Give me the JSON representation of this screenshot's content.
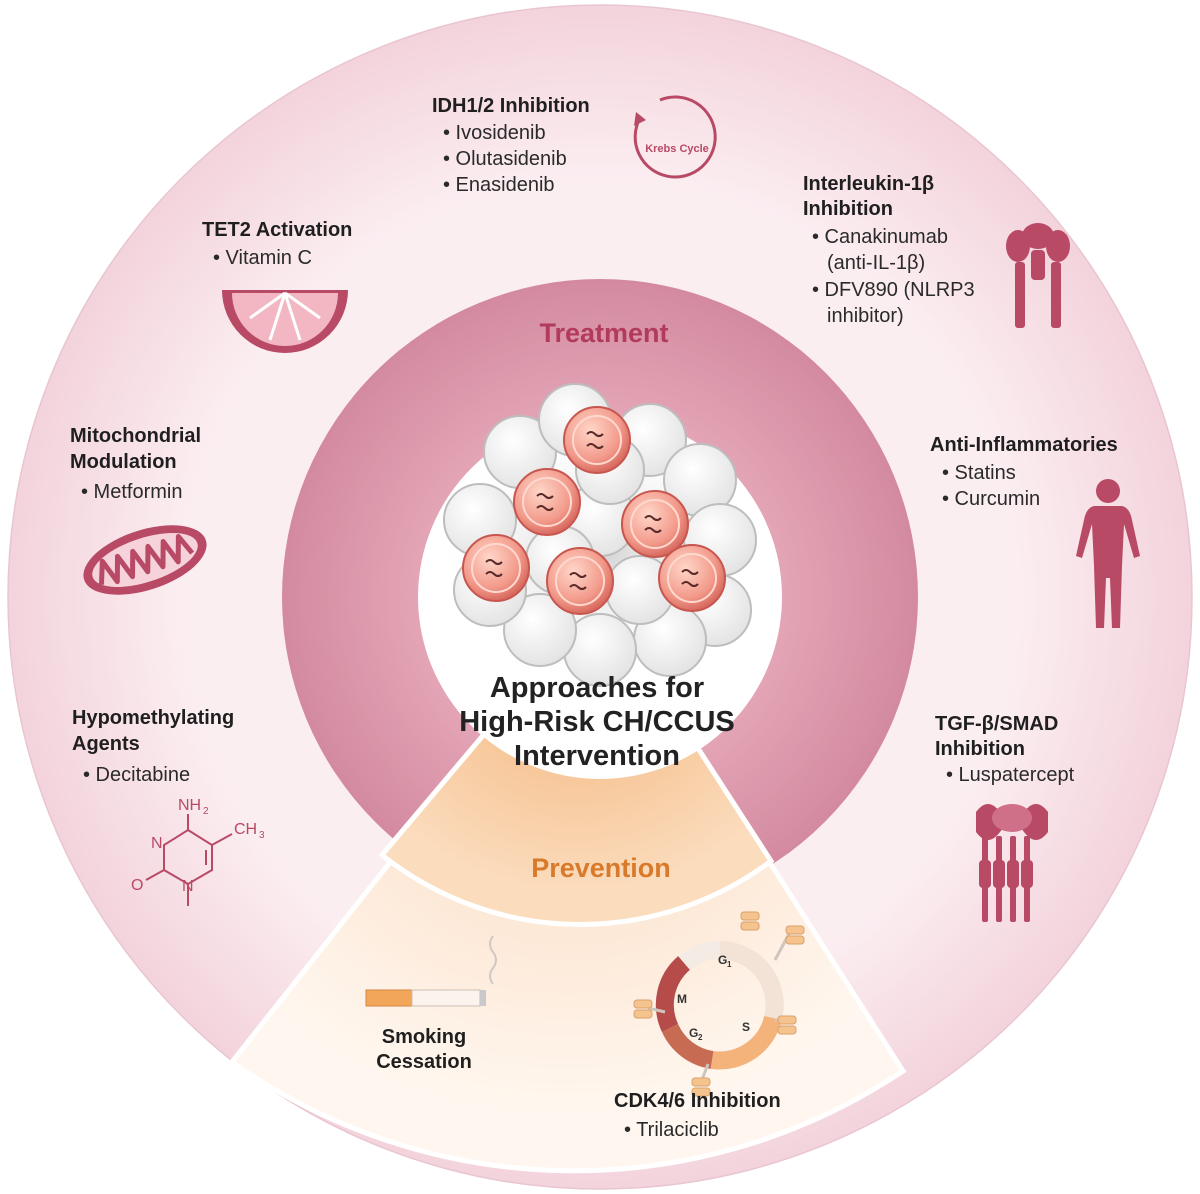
{
  "center": {
    "title_lines": [
      "Approaches for",
      "High-Risk CH/CCUS",
      "Intervention"
    ]
  },
  "rings": {
    "treatment_label": "Treatment",
    "prevention_label": "Prevention"
  },
  "treatment_approaches": {
    "idh": {
      "heading": [
        "IDH1/2 Inhibition"
      ],
      "items": [
        "• Ivosidenib",
        "• Olutasidenib",
        "• Enasidenib"
      ],
      "icon": "krebs-cycle-icon",
      "icon_label": "Krebs Cycle"
    },
    "il1b": {
      "heading": [
        "Interleukin-1β",
        "Inhibition"
      ],
      "items": [
        "• Canakinumab",
        "(anti-IL-1β)",
        "• DFV890 (NLRP3",
        "inhibitor)"
      ],
      "icon": "receptor-icon"
    },
    "tet2": {
      "heading": [
        "TET2 Activation"
      ],
      "items": [
        "• Vitamin C"
      ],
      "icon": "citrus-slice-icon"
    },
    "mito": {
      "heading": [
        "Mitochondrial",
        "Modulation"
      ],
      "items": [
        "• Metformin"
      ],
      "icon": "mitochondrion-icon"
    },
    "antiinf": {
      "heading": [
        "Anti-Inflammatories"
      ],
      "items": [
        "• Statins",
        "• Curcumin"
      ],
      "icon": "human-body-icon"
    },
    "hypo": {
      "heading": [
        "Hypomethylating",
        "Agents"
      ],
      "items": [
        "• Decitabine"
      ],
      "icon": "decitabine-structure-icon",
      "chem_labels": {
        "nh2": "NH",
        "nh2_sub": "2",
        "n_top": "N",
        "n_bottom": "N",
        "o": "O",
        "ch3": "CH",
        "ch3_sub": "3"
      }
    },
    "tgf": {
      "heading": [
        "TGF-β/SMAD",
        "Inhibition"
      ],
      "items": [
        "• Luspatercept"
      ],
      "icon": "tgf-receptor-icon"
    }
  },
  "prevention_approaches": {
    "smoking": {
      "heading": [
        "Smoking",
        "Cessation"
      ],
      "items": [],
      "icon": "cigarette-icon"
    },
    "cdk": {
      "heading": [
        "CDK4/6 Inhibition"
      ],
      "items": [
        "• Trilaciclib"
      ],
      "icon": "cell-cycle-icon",
      "phases": {
        "g1": "G",
        "g1_sub": "1",
        "s": "S",
        "g2": "G",
        "g2_sub": "2",
        "m": "M"
      }
    }
  },
  "colors": {
    "outer_ring": "#f8e3e8",
    "treatment_band": "#d995a8",
    "prevention_outer": "#fdf0e3",
    "prevention_band": "#f7c99c",
    "treatment_label": "#b23b5c",
    "prevention_label": "#d97a2b",
    "icon": "#b84a66"
  }
}
